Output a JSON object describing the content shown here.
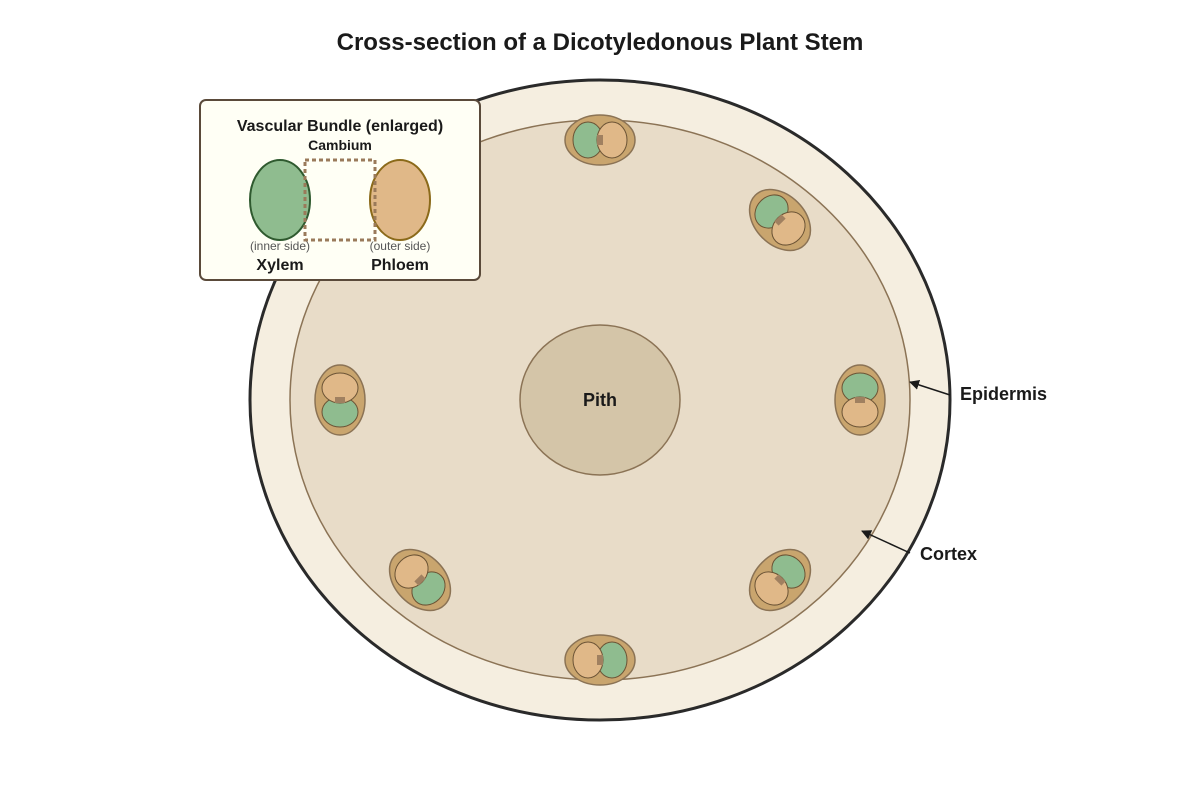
{
  "title": "Cross-section of a Dicotyledonous Plant Stem",
  "labels": {
    "pith": "Pith",
    "epidermis": "Epidermis",
    "cortex": "Cortex"
  },
  "inset": {
    "title": "Vascular Bundle (enlarged)",
    "cambium": "Cambium",
    "xylem": "Xylem",
    "phloem": "Phloem",
    "xylem_side": "(inner side)",
    "phloem_side": "(outer side)"
  },
  "colors": {
    "epidermis_fill": "#f5eee0",
    "cortex_fill": "#e8dcc8",
    "pith_fill": "#d4c5a8",
    "bundle_fill": "#c9a56e",
    "xylem_fill": "#8fbc8f",
    "phloem_fill": "#e0b888",
    "cambium_fill": "#a08060",
    "inset_bg": "#fffff5"
  }
}
